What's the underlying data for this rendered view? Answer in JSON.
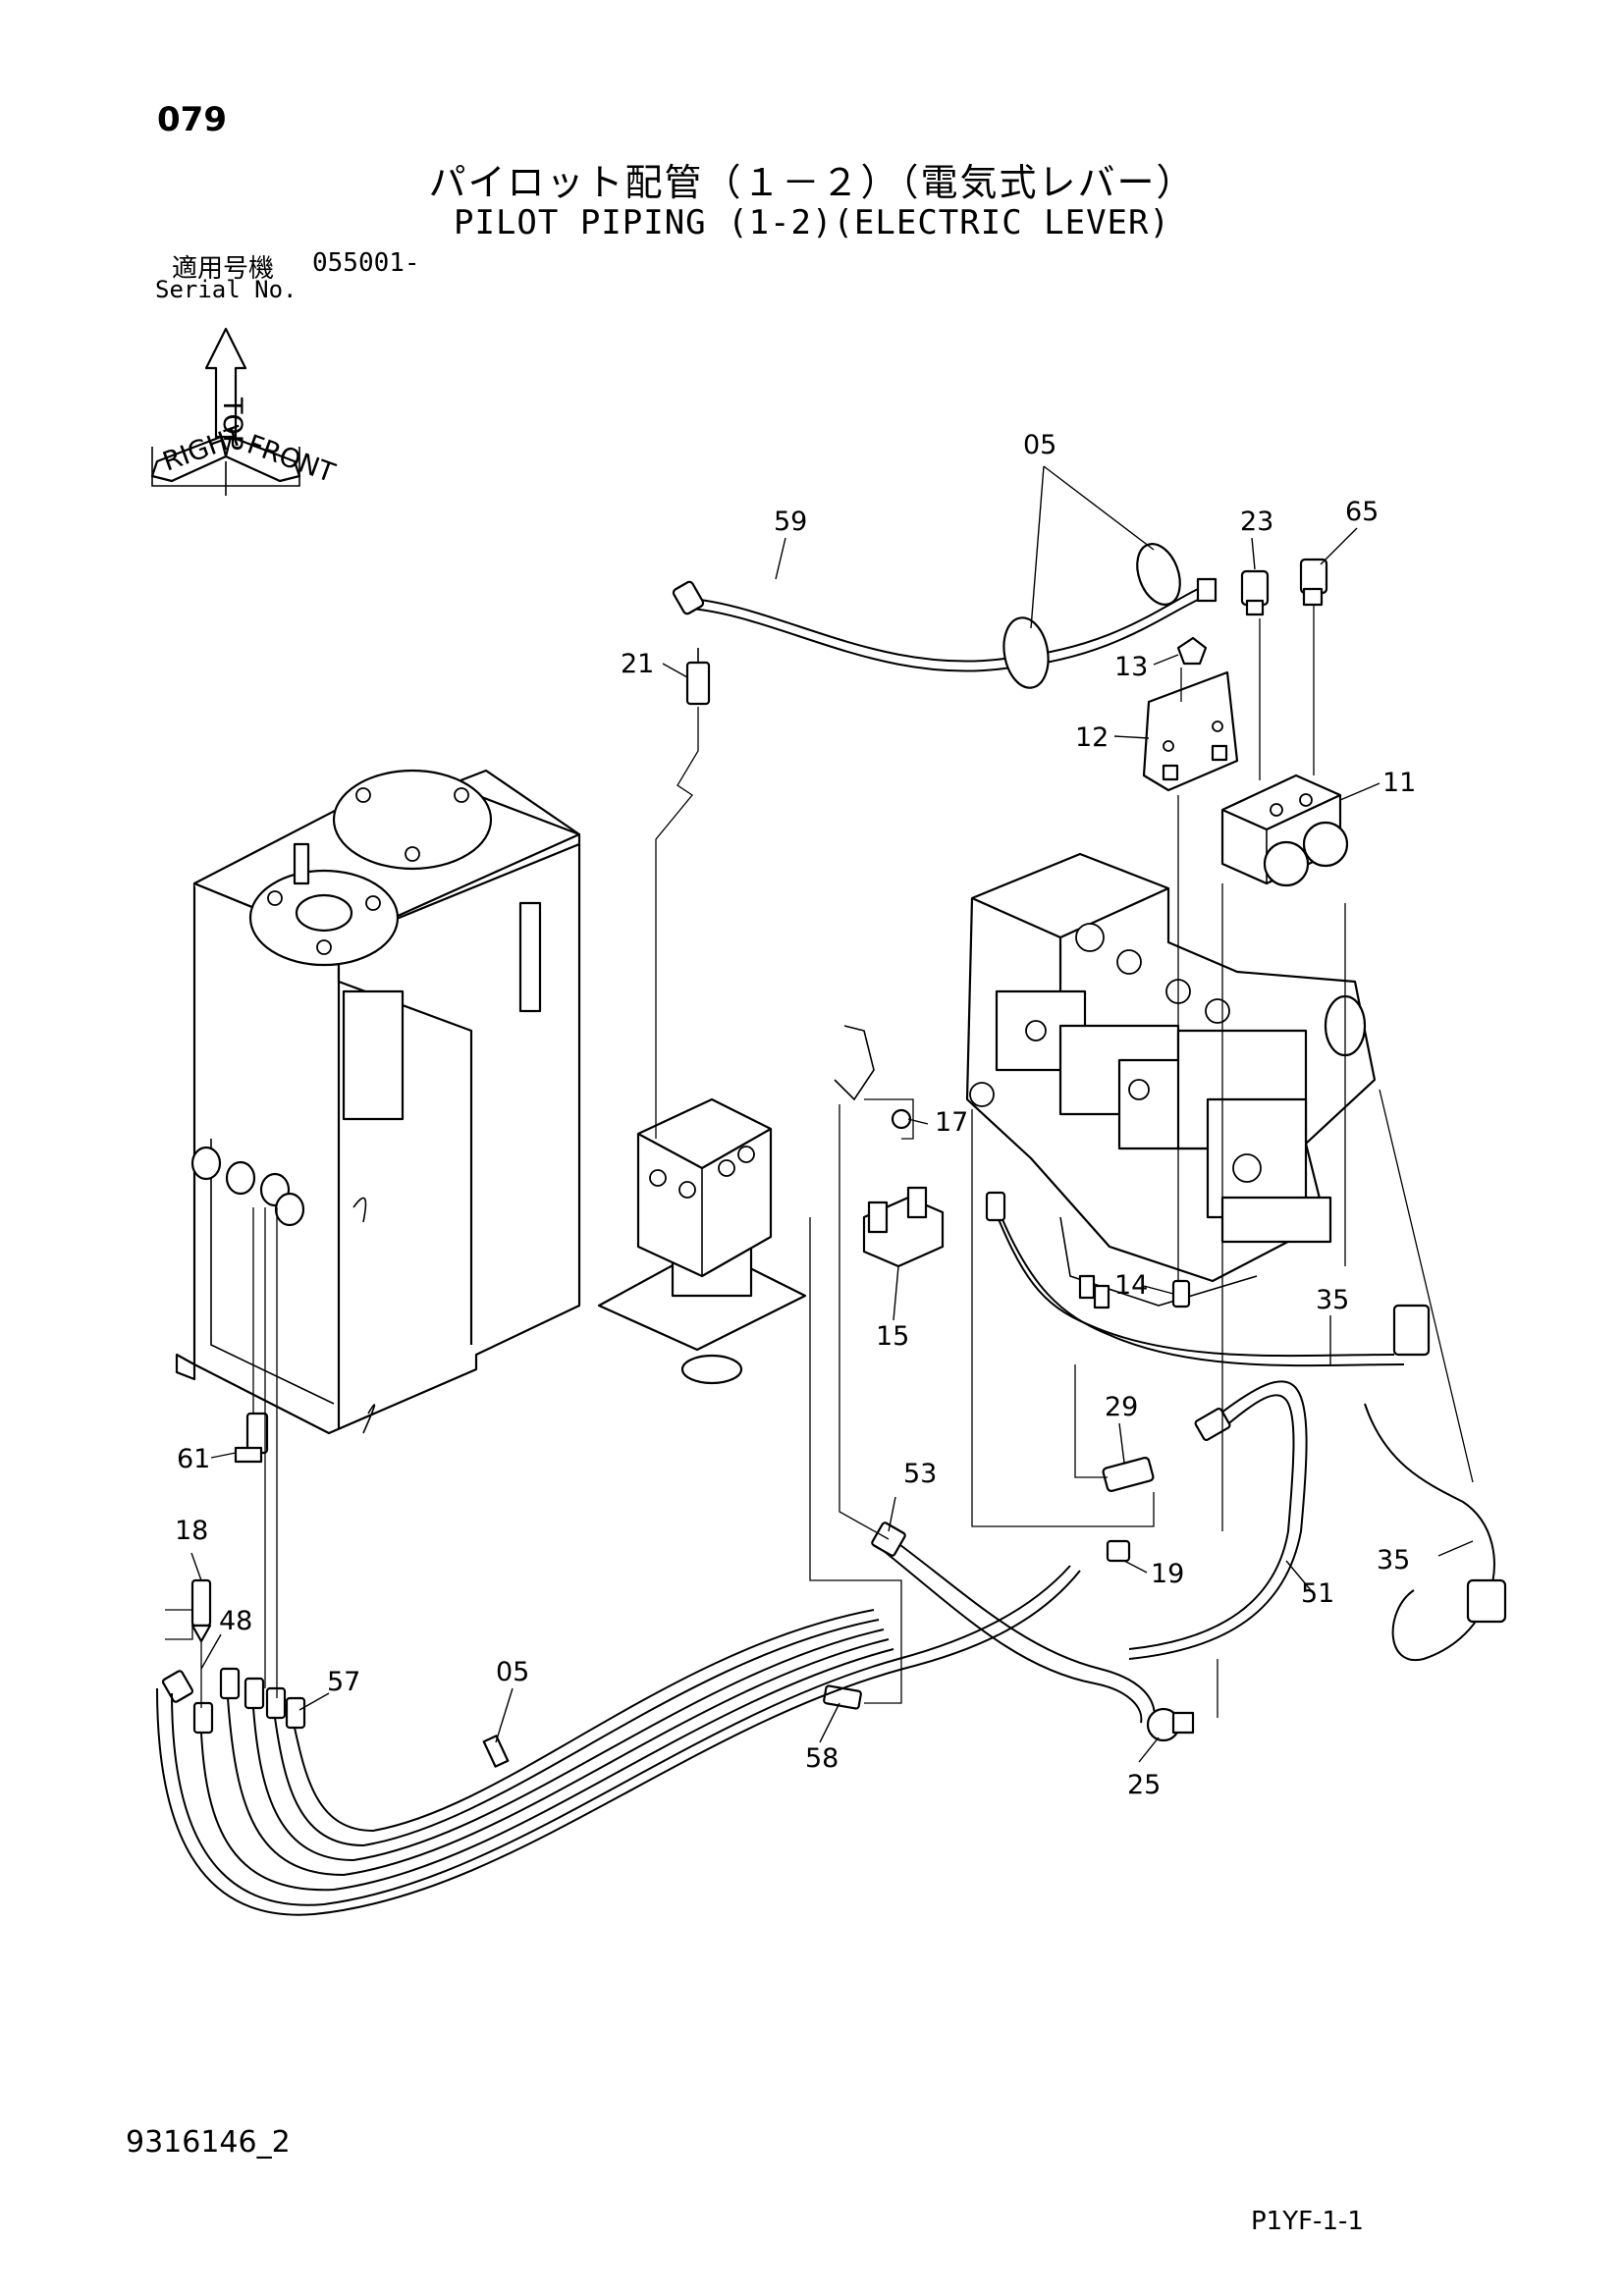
{
  "header": {
    "page_number": "079",
    "title_jp": "パイロット配管（１－２）（電気式レバー）",
    "title_en": "PILOT PIPING (1-2)(ELECTRIC LEVER)"
  },
  "serial": {
    "label_jp": "適用号機",
    "value": "055001-",
    "label_en": "Serial No."
  },
  "orientation": {
    "top": "TOP",
    "right": "RIGHT",
    "front": "FRONT"
  },
  "callouts": {
    "c05_top": "05",
    "c59": "59",
    "c23": "23",
    "c65": "65",
    "c21": "21",
    "c13": "13",
    "c12": "12",
    "c11": "11",
    "c17": "17",
    "c14": "14",
    "c35_top": "35",
    "c15": "15",
    "c29": "29",
    "c61": "61",
    "c53": "53",
    "c18": "18",
    "c19": "19",
    "c35_bottom": "35",
    "c51": "51",
    "c48": "48",
    "c57": "57",
    "c05_bottom": "05",
    "c58": "58",
    "c25": "25"
  },
  "footer": {
    "document_number": "9316146_2",
    "page_code": "P1YF-1-1"
  }
}
